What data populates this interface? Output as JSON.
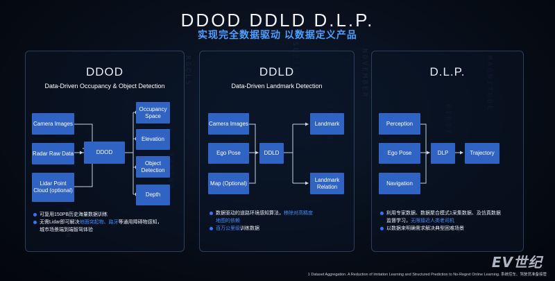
{
  "header": {
    "title": "DDOD DDLD D.L.P.",
    "subtitle": "实现完全数据驱动 以数据定义产品"
  },
  "panels": {
    "ddod": {
      "title": "DDOD",
      "subtitle": "Data-Driven Occupancy & Object Detection",
      "inputs": [
        "Camera Images",
        "Radar Raw Data",
        "Lidar Point Cloud (optional)"
      ],
      "center": "DDOD",
      "outputs": [
        "Occupancy Space",
        "Elevation",
        "Object Detection",
        "Depth"
      ],
      "bullets": [
        [
          {
            "t": "可复用150PB历史海量数据训练",
            "hl": false
          }
        ],
        [
          {
            "t": "无需Lidar即可解决",
            "hl": false
          },
          {
            "t": "地面突起物、路牙",
            "hl": true
          },
          {
            "t": "等通用障碍物感知，",
            "hl": false
          }
        ],
        [
          {
            "t": "城市场景端到端智驾体验",
            "hl": false
          }
        ]
      ]
    },
    "ddld": {
      "title": "DDLD",
      "subtitle": "Data-Driven Landmark Detection",
      "inputs": [
        "Camera Images",
        "Ego Pose",
        "Map (Optional)"
      ],
      "center": "DDLD",
      "outputs": [
        "Landmark",
        "Landmark Relation"
      ],
      "bullets": [
        [
          {
            "t": "数据驱动的道路环境感知算法，",
            "hl": false
          },
          {
            "t": "移除对高精度",
            "hl": true
          }
        ],
        [
          {
            "t": "地图的依赖",
            "hl": true
          }
        ],
        [
          {
            "t": "百万公里级",
            "hl": true
          },
          {
            "t": "训练数据",
            "hl": false
          }
        ]
      ]
    },
    "dlp": {
      "title": "D.L.P.",
      "inputs": [
        "Perception",
        "Ego Pose",
        "Navigation"
      ],
      "center": "DLP",
      "output": "Trajectory",
      "bullets": [
        [
          {
            "t": "利用专家数据、数据聚合模式1采集数据、及仿真数据",
            "hl": false
          }
        ],
        [
          {
            "t": "监督学习，",
            "hl": false
          },
          {
            "t": "无限接近人类老司机",
            "hl": true
          }
        ],
        [
          {
            "t": "以数据来明确需求解决典型困难场景",
            "hl": false
          }
        ]
      ]
    }
  },
  "footnote": "1 Dataset Aggregation. A Reduction of Imitation Learning and Structured Prediction to No-Regret Online Learning. 系统控车、驾驶员准备接管",
  "watermark": "EV世纪",
  "colors": {
    "box": "#2f63c4",
    "accent": "#4aa0ff",
    "line": "#c8d4e4"
  }
}
